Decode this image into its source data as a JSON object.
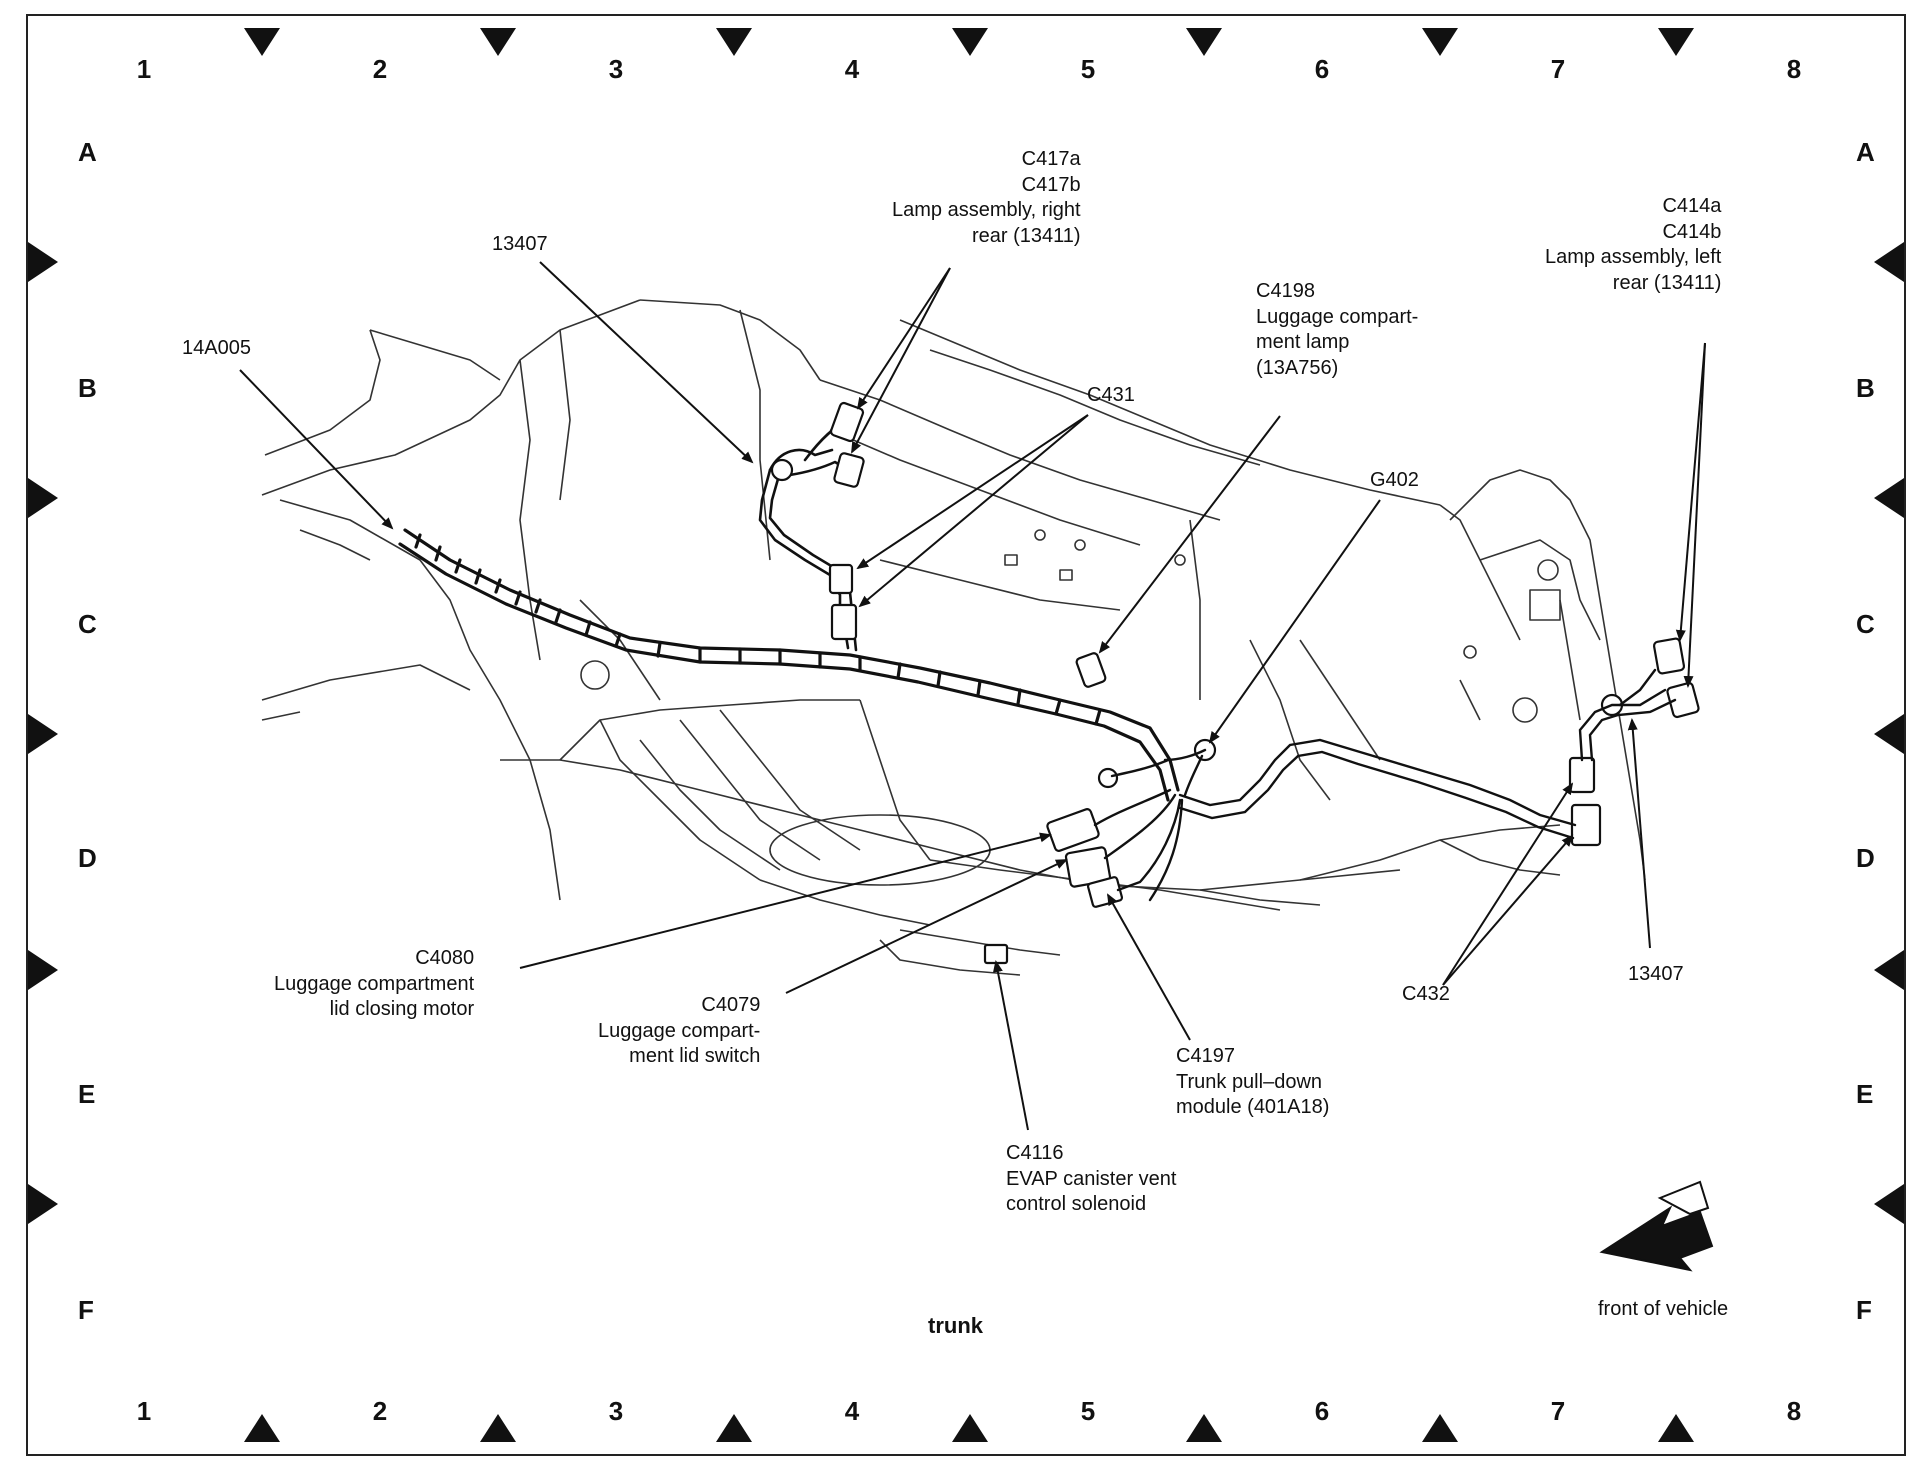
{
  "grid": {
    "columns": [
      "1",
      "2",
      "3",
      "4",
      "5",
      "6",
      "7",
      "8"
    ],
    "rows": [
      "A",
      "B",
      "C",
      "D",
      "E",
      "F"
    ]
  },
  "callouts": {
    "c14a005": {
      "lines": [
        "14A005"
      ]
    },
    "c13407_top": {
      "lines": [
        "13407"
      ]
    },
    "c417": {
      "lines": [
        "C417a",
        "C417b",
        "Lamp assembly, right",
        "rear (13411)"
      ]
    },
    "c431": {
      "lines": [
        "C431"
      ]
    },
    "c4198": {
      "lines": [
        "C4198",
        "Luggage compart-",
        "ment lamp",
        "(13A756)"
      ]
    },
    "g402": {
      "lines": [
        "G402"
      ]
    },
    "c414": {
      "lines": [
        "C414a",
        "C414b",
        "Lamp assembly, left",
        "rear (13411)"
      ]
    },
    "c4080": {
      "lines": [
        "C4080",
        "Luggage compartment",
        "lid closing motor"
      ]
    },
    "c4079": {
      "lines": [
        "C4079",
        "Luggage compart-",
        "ment lid switch"
      ]
    },
    "c4197": {
      "lines": [
        "C4197",
        "Trunk pull–down",
        "module (401A18)"
      ]
    },
    "c4116": {
      "lines": [
        "C4116",
        "EVAP canister vent",
        "control solenoid"
      ]
    },
    "c432": {
      "lines": [
        "C432"
      ]
    },
    "c13407_bottom": {
      "lines": [
        "13407"
      ]
    }
  },
  "caption": "trunk",
  "orientation": {
    "label": "front of vehicle",
    "arrow_icon": "front-arrow-icon"
  }
}
